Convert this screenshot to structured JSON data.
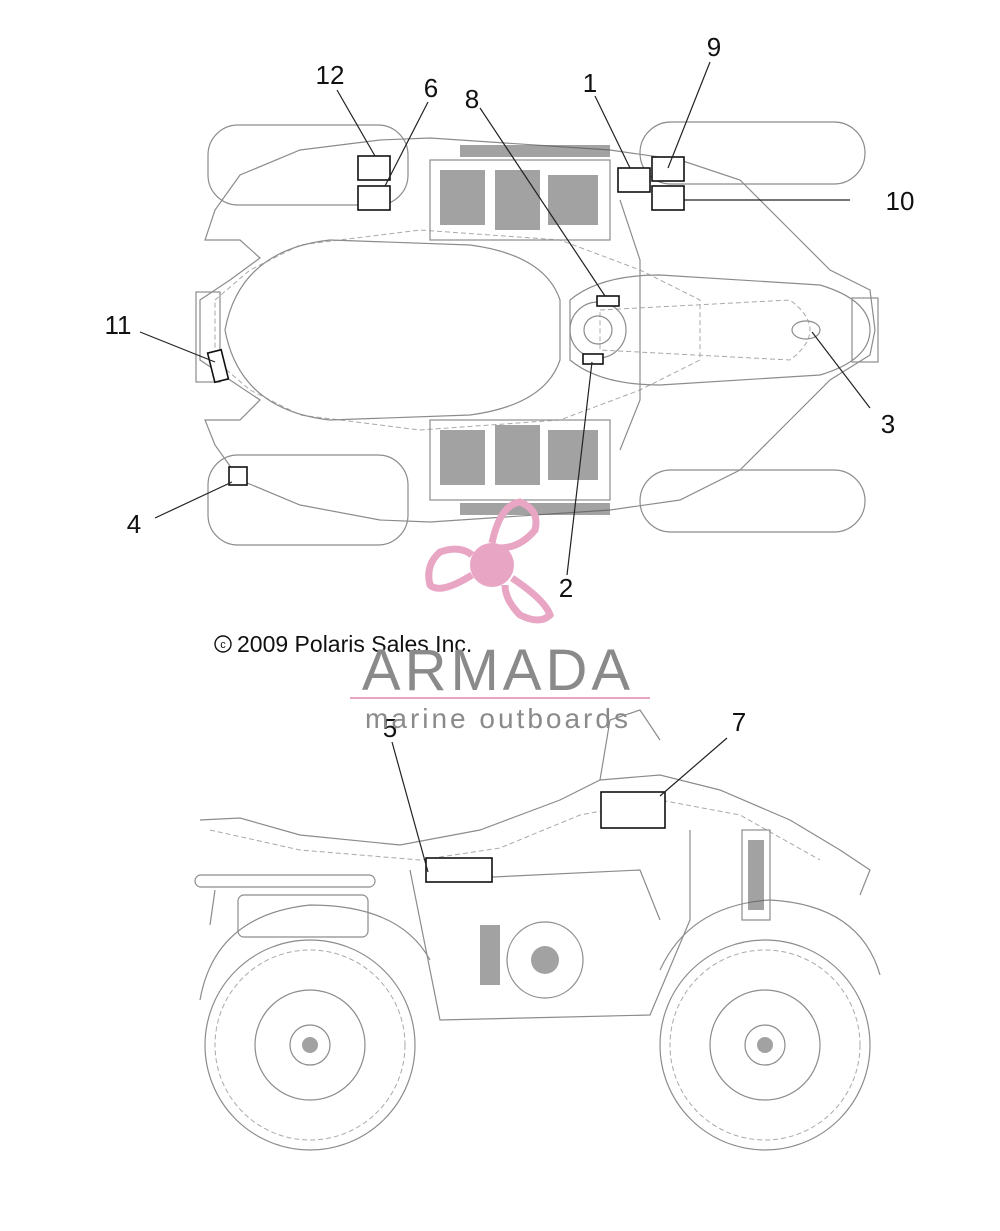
{
  "callouts": [
    {
      "label": "1"
    },
    {
      "label": "2"
    },
    {
      "label": "3"
    },
    {
      "label": "4"
    },
    {
      "label": "5"
    },
    {
      "label": "6"
    },
    {
      "label": "7"
    },
    {
      "label": "8"
    },
    {
      "label": "9"
    },
    {
      "label": "10"
    },
    {
      "label": "11"
    },
    {
      "label": "12"
    }
  ],
  "copyright": "2009 Polaris Sales Inc.",
  "watermark": {
    "title": "ARMADA",
    "subtitle": "marine outboards",
    "color": "#e8a6c4"
  }
}
